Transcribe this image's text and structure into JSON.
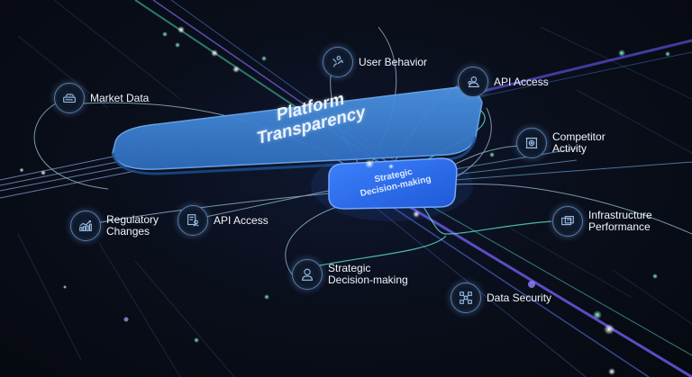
{
  "diagram": {
    "central_panel": {
      "title_line1": "Platform",
      "title_line2": "Transparency",
      "color": "#3a7fd0"
    },
    "hub_chip": {
      "title_line1": "Strategic",
      "title_line2": "Decision-making",
      "color": "#2f6fe8"
    },
    "nodes": [
      {
        "id": "market-data",
        "line1": "Market Data",
        "line2": "",
        "icon": "cloud-chart-icon"
      },
      {
        "id": "user-behavior",
        "line1": "User Behavior",
        "line2": "",
        "icon": "user-path-icon"
      },
      {
        "id": "api-access-top",
        "line1": "API Access",
        "line2": "",
        "icon": "user-group-icon"
      },
      {
        "id": "competitor-activity",
        "line1": "Competitor",
        "line2": "Activity",
        "icon": "target-frame-icon"
      },
      {
        "id": "regulatory-changes",
        "line1": "Regulatory",
        "line2": "Changes",
        "icon": "growth-chart-icon"
      },
      {
        "id": "api-access-left",
        "line1": "API Access",
        "line2": "",
        "icon": "document-user-icon"
      },
      {
        "id": "infrastructure-performance",
        "line1": "Infrastructure",
        "line2": "Performance",
        "icon": "server-window-icon"
      },
      {
        "id": "strategic-decision-making",
        "line1": "Strategic",
        "line2": "Decision-making",
        "icon": "person-icon"
      },
      {
        "id": "data-security",
        "line1": "Data Security",
        "line2": "",
        "icon": "network-scan-icon"
      }
    ],
    "colors": {
      "background": "#070b14",
      "ring": "#5d7ea6",
      "line_cyan": "#5fe0c8",
      "line_violet": "#7b6cf0",
      "text": "#f2f5fa"
    }
  }
}
